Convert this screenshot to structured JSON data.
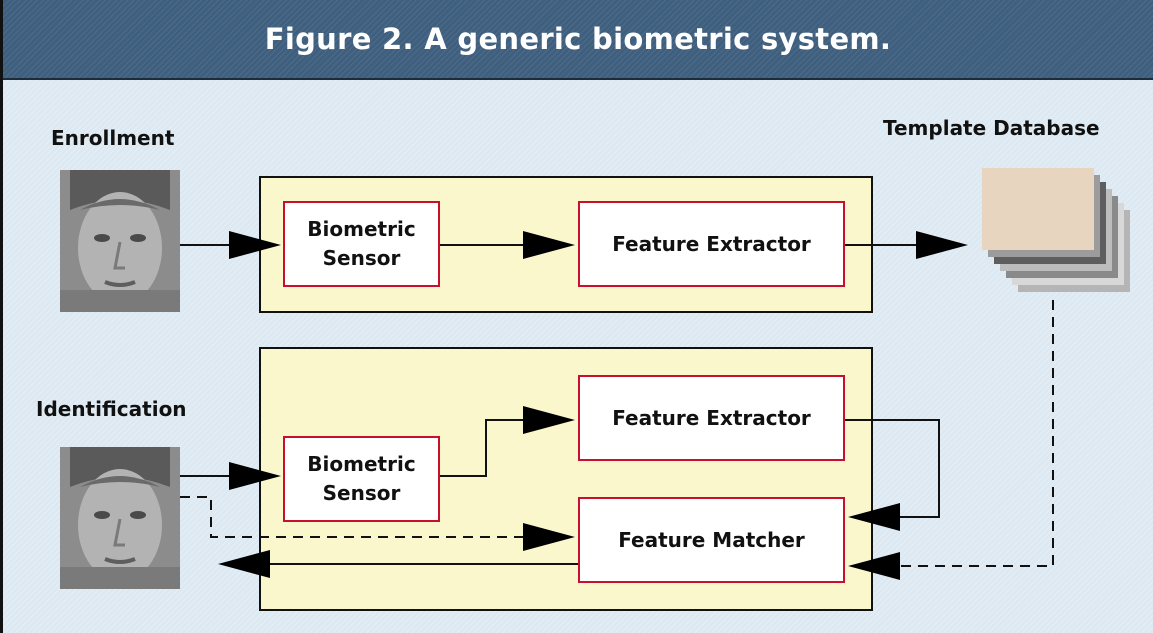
{
  "title": "Figure 2. A generic biometric system.",
  "labels": {
    "enrollment": "Enrollment",
    "identification": "Identification",
    "template_database": "Template Database"
  },
  "enrollment": {
    "sensor": [
      "Biometric",
      "Sensor"
    ],
    "extractor": "Feature Extractor"
  },
  "identification": {
    "sensor": [
      "Biometric",
      "Sensor"
    ],
    "extractor": "Feature Extractor",
    "matcher": "Feature Matcher"
  },
  "colors": {
    "title_bar": "#3f5f7f",
    "background": "#dde9f2",
    "panel": "#fbf7cd",
    "box_border": "#c8102e",
    "database": "#e8d5bf"
  }
}
